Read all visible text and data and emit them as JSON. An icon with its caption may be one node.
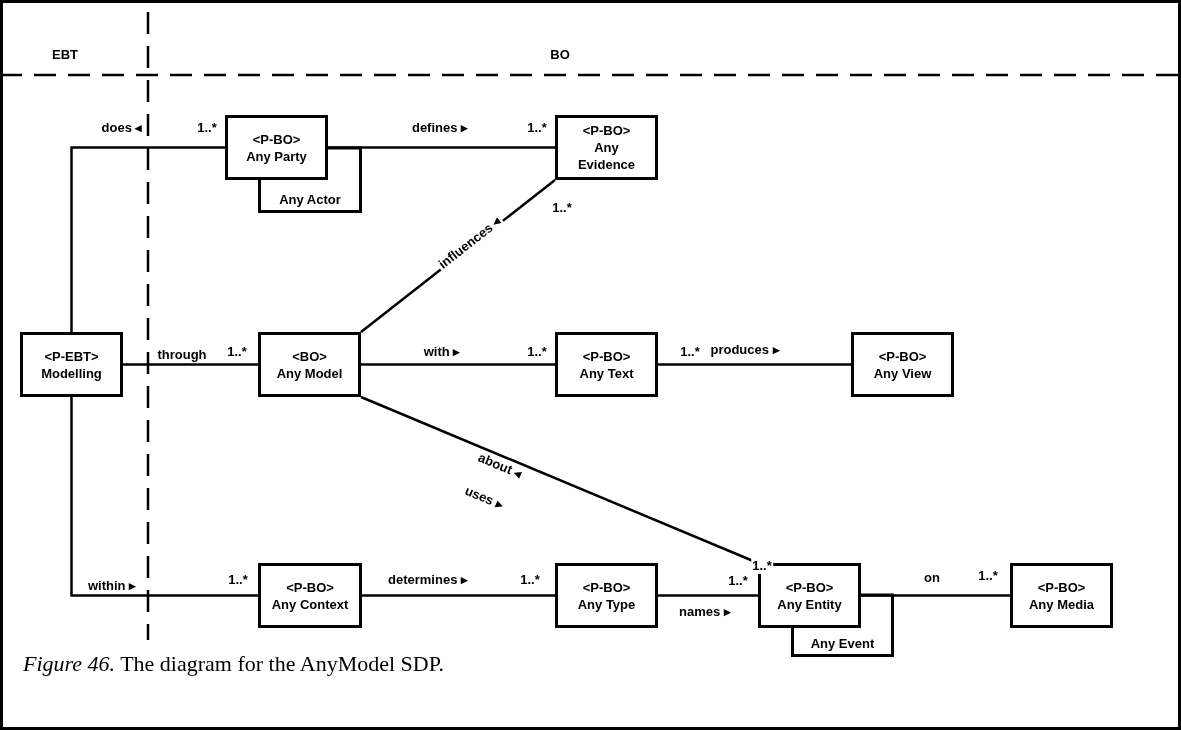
{
  "diagram": {
    "caption": "*Figure 46.* The diagram for the AnyModel SDP.",
    "nodes": [
      {
        "text": [
          "<P-EBT>",
          "Modelling"
        ]
      },
      {
        "text": [
          "<P-BO>",
          "Any Party"
        ]
      },
      {
        "text": [
          "Any Actor"
        ]
      },
      {
        "text": [
          "<P-BO>",
          "Any Evidence"
        ]
      },
      {
        "text": [
          "<BO>",
          "Any Model"
        ]
      },
      {
        "text": [
          "<P-BO>",
          "Any Text"
        ]
      },
      {
        "text": [
          "<P-BO>",
          "Any View"
        ]
      },
      {
        "text": [
          "<P-BO>",
          "Any Context"
        ]
      },
      {
        "text": [
          "<P-BO>",
          "Any Type"
        ]
      },
      {
        "text": [
          "<P-BO>",
          "Any Entity"
        ]
      },
      {
        "text": [
          "Any Event"
        ]
      },
      {
        "text": [
          "<P-BO>",
          "Any Media"
        ]
      }
    ],
    "edges": [
      {
        "from": 0,
        "to": 1,
        "arrow": "none",
        "label": "does ◂"
      },
      {
        "from": 1,
        "to": 3,
        "arrow": "none",
        "label": "defines ▸"
      },
      {
        "from": 4,
        "to": 3,
        "arrow": "none",
        "label": "influences ◂"
      },
      {
        "from": 0,
        "to": 4,
        "arrow": "none",
        "label": "through"
      },
      {
        "from": 4,
        "to": 5,
        "arrow": "none",
        "label": "with ▸"
      },
      {
        "from": 5,
        "to": 6,
        "arrow": "none",
        "label": "produces ▸"
      },
      {
        "from": 4,
        "to": 9,
        "arrow": "none",
        "label": "about ◂"
      },
      {
        "from": 0,
        "to": 7,
        "arrow": "none",
        "label": "within ▸"
      },
      {
        "from": 7,
        "to": 8,
        "arrow": "none",
        "label": "determines ▸"
      },
      {
        "from": 8,
        "to": 9,
        "arrow": "none",
        "label": "names ▸"
      },
      {
        "from": 9,
        "to": 11,
        "arrow": "none",
        "label": "on"
      }
    ],
    "labels": [
      "EBT",
      "BO",
      "uses ▸",
      "1..*",
      "1..*",
      "1..*",
      "1..*",
      "1..*",
      "1..*",
      "1..*",
      "1..*",
      "1..*",
      "1..*",
      "1..*"
    ]
  }
}
